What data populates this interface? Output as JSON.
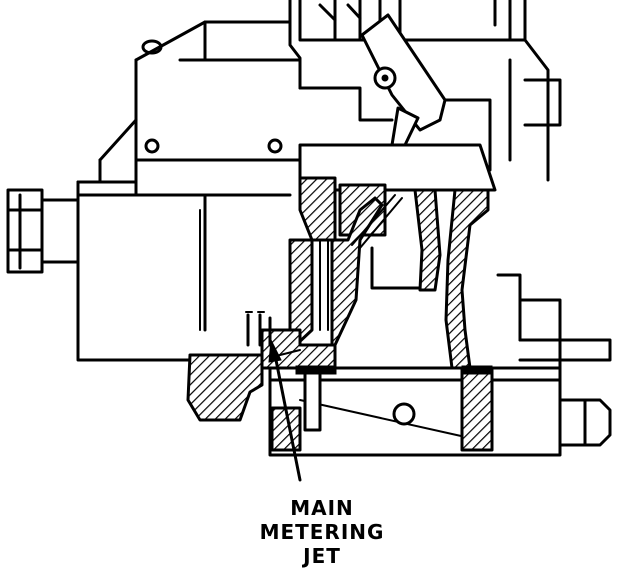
{
  "callout": {
    "line1": "MAIN",
    "line2": "METERING",
    "line3": "JET"
  }
}
